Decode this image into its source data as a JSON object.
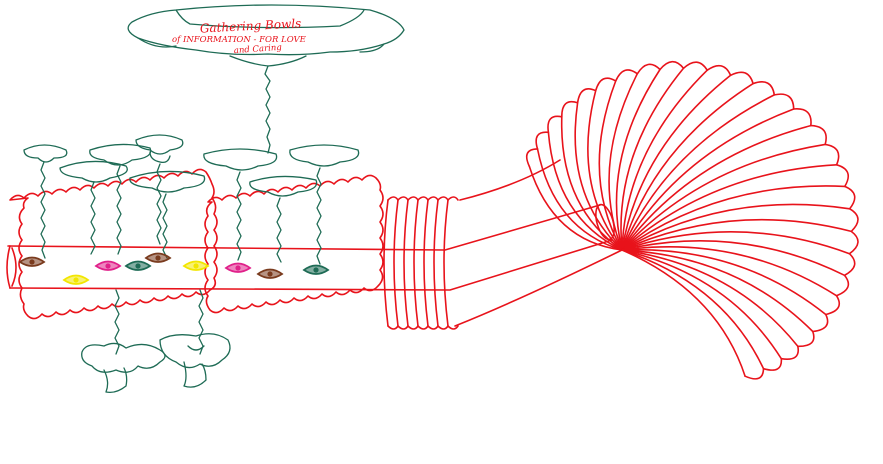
{
  "sign": {
    "line1": "Gathering Bowls",
    "line2": "of INFORMATION - FOR LOVE",
    "line3": "and Caring"
  },
  "colors": {
    "tube": "#e8131b",
    "bowls": "#1e6b55",
    "eye_brown": "#7a3b1e",
    "eye_yellow": "#f2e600",
    "eye_pink": "#e0218a",
    "eye_green": "#1e6b55"
  },
  "eyes": [
    {
      "color": "#7a3b1e"
    },
    {
      "color": "#f2e600"
    },
    {
      "color": "#e0218a"
    },
    {
      "color": "#1e6b55"
    },
    {
      "color": "#7a3b1e"
    },
    {
      "color": "#f2e600"
    },
    {
      "color": "#e0218a"
    },
    {
      "color": "#7a3b1e"
    },
    {
      "color": "#1e6b55"
    }
  ]
}
